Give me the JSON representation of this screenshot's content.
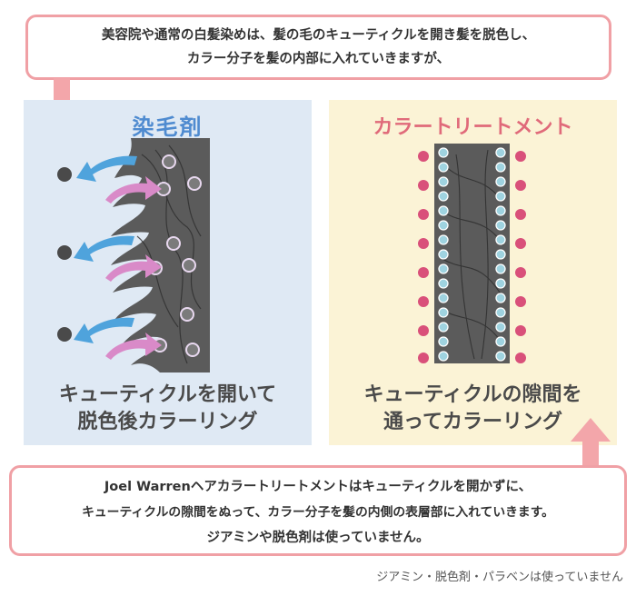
{
  "top_note": {
    "line1": "美容院や通常の白髪染めは、髪の毛のキューティクルを開き髪を脱色し、",
    "line2": "カラー分子を髪の内部に入れていきますが、"
  },
  "left_panel": {
    "title": "染毛剤",
    "caption_line1": "キューティクルを開いて",
    "caption_line2": "脱色後カラーリング"
  },
  "right_panel": {
    "title": "カラートリートメント",
    "caption_line1": "キューティクルの隙間を",
    "caption_line2": "通ってカラーリング"
  },
  "bottom_note": {
    "line1": "Joel Warrenヘアカラートリートメントはキューティクルを開かずに、",
    "line2": "キューティクルの隙間をぬって、カラー分子を髪の内側の表層部に入れていきます。",
    "line3": "ジアミンや脱色剤は使っていません。"
  },
  "footnote": "ジアミン・脱色剤・パラベンは使っていません",
  "colors": {
    "callout_border": "#f0a0a5",
    "arrow": "#f3a6aa",
    "left_bg": "#dfe9f4",
    "right_bg": "#fbf3d6",
    "hair": "#5b5b5b",
    "blue_arrow": "#4fa3dc",
    "pink_arrow": "#d98ac8",
    "pink_dot": "#d9507a",
    "cyan_dot": "#9fd3e0"
  }
}
